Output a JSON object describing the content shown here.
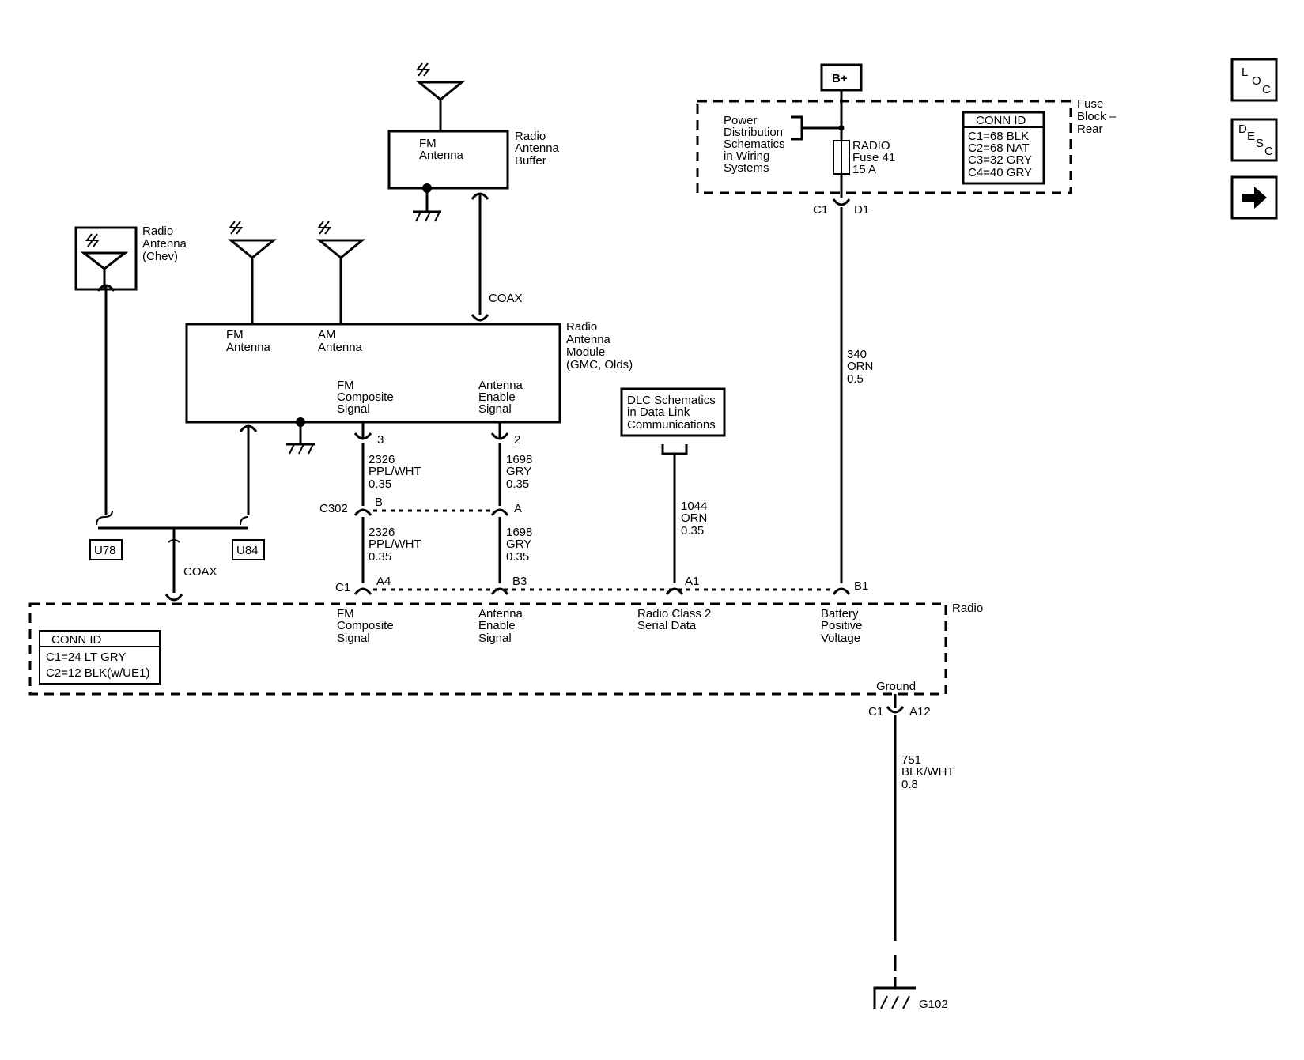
{
  "nav": {
    "loc": [
      "L",
      "O",
      "C"
    ],
    "desc": [
      "D",
      "E",
      "S",
      "C"
    ]
  },
  "bplus": "B+",
  "fuse_block": {
    "title": [
      "Fuse",
      "Block –",
      "Rear"
    ],
    "power_dist": [
      "Power",
      "Distribution",
      "Schematics",
      "in Wiring",
      "Systems"
    ],
    "fuse": [
      "RADIO",
      "Fuse 41",
      "15 A"
    ],
    "conn_title": "CONN ID",
    "conn": [
      "C1=68 BLK",
      "C2=68 NAT",
      "C3=32 GRY",
      "C4=40 GRY"
    ],
    "out_left": "C1",
    "out_right": "D1"
  },
  "battery_wire": [
    "340",
    "ORN",
    "0.5"
  ],
  "fm_buffer": {
    "inner": [
      "FM",
      "Antenna"
    ],
    "title": [
      "Radio",
      "Antenna",
      "Buffer"
    ]
  },
  "coax": "COAX",
  "chev_antenna": [
    "Radio",
    "Antenna",
    "(Chev)"
  ],
  "module": {
    "title": [
      "Radio",
      "Antenna",
      "Module",
      "(GMC, Olds)"
    ],
    "fm": [
      "FM",
      "Antenna"
    ],
    "am": [
      "AM",
      "Antenna"
    ],
    "fm_comp": [
      "FM",
      "Composite",
      "Signal"
    ],
    "ant_en": [
      "Antenna",
      "Enable",
      "Signal"
    ],
    "pin3": "3",
    "pin2": "2"
  },
  "dlc": [
    "DLC Schematics",
    "in Data Link",
    "Communications"
  ],
  "wire_2326": [
    "2326",
    "PPL/WHT",
    "0.35"
  ],
  "wire_1698": [
    "1698",
    "GRY",
    "0.35"
  ],
  "wire_1044": [
    "1044",
    "ORN",
    "0.35"
  ],
  "c302": {
    "name": "C302",
    "b": "B",
    "a": "A"
  },
  "u78": "U78",
  "u84": "U84",
  "radio": {
    "title": "Radio",
    "c1": "C1",
    "a4": "A4",
    "b3": "B3",
    "a1": "A1",
    "b1": "B1",
    "fm_comp": [
      "FM",
      "Composite",
      "Signal"
    ],
    "ant_en": [
      "Antenna",
      "Enable",
      "Signal"
    ],
    "class2": [
      "Radio Class 2",
      "Serial Data"
    ],
    "batt": [
      "Battery",
      "Positive",
      "Voltage"
    ],
    "ground": "Ground",
    "conn_title": "CONN ID",
    "conn": [
      "C1=24 LT GRY",
      "C2=12 BLK(w/UE1)"
    ],
    "g_c1": "C1",
    "g_a12": "A12"
  },
  "ground_wire": [
    "751",
    "BLK/WHT",
    "0.8"
  ],
  "g102": "G102"
}
